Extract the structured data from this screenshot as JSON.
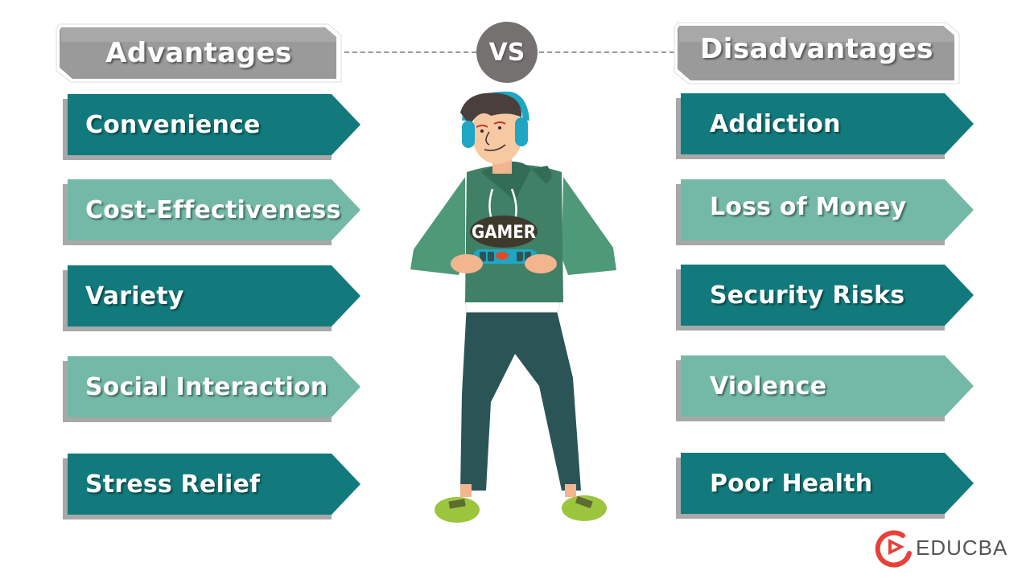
{
  "header": {
    "left_title": "Advantages",
    "vs_label": "VS",
    "right_title": "Disadvantages"
  },
  "colors": {
    "dark_teal": "#127a7c",
    "light_teal": "#74b9a8",
    "shadow_gray": "#a8a8a8",
    "header_gray": "#9a9a9a",
    "vs_circle": "#767171",
    "logo_red": "#e8413a"
  },
  "advantages": [
    {
      "label": "Convenience",
      "style": "dark"
    },
    {
      "label": "Cost-Effectiveness",
      "style": "light"
    },
    {
      "label": "Variety",
      "style": "dark"
    },
    {
      "label": "Social Interaction",
      "style": "light"
    },
    {
      "label": "Stress Relief",
      "style": "dark"
    }
  ],
  "disadvantages": [
    {
      "label": "Addiction",
      "style": "dark"
    },
    {
      "label": "Loss of Money",
      "style": "light"
    },
    {
      "label": "Security Risks",
      "style": "dark"
    },
    {
      "label": "Violence",
      "style": "light"
    },
    {
      "label": "Poor Health",
      "style": "dark"
    }
  ],
  "illustration": {
    "shirt_text": "GAMER",
    "icon": "gamer-character-illustration"
  },
  "brand": {
    "name": "EDUCBA",
    "icon": "educba-logo-icon"
  }
}
